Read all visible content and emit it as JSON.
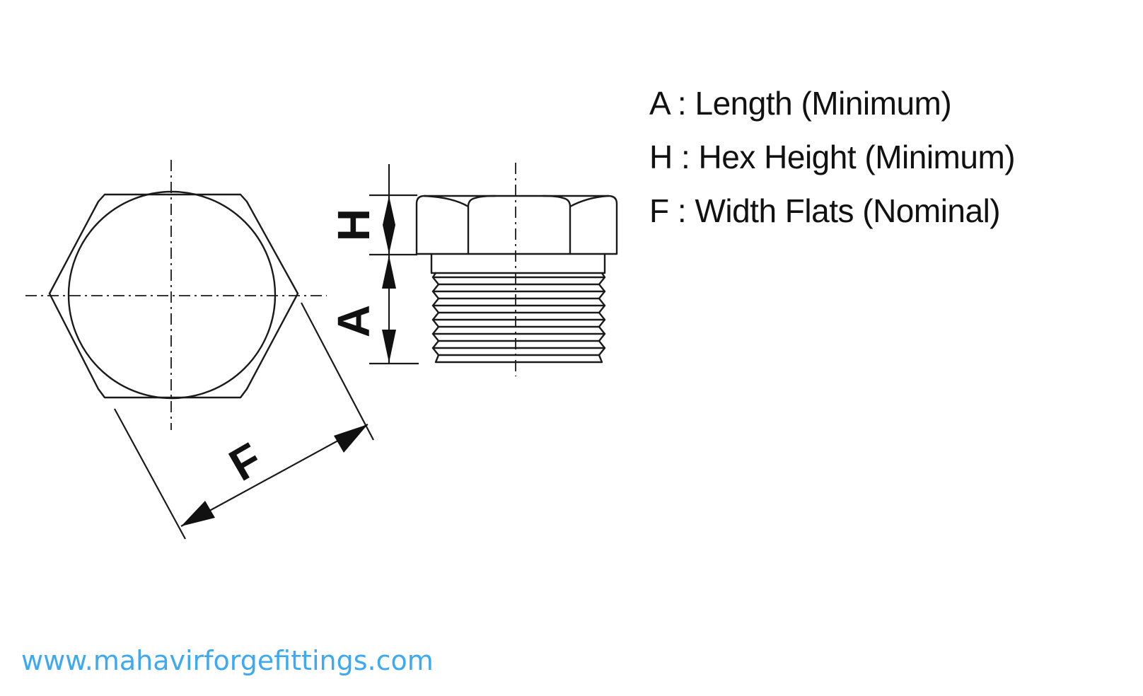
{
  "diagram": {
    "labels": {
      "a": "A",
      "h": "H",
      "f": "F"
    }
  },
  "legend": {
    "lines": [
      "A : Length (Minimum)",
      "H : Hex Height (Minimum)",
      "F : Width Flats (Nominal)"
    ]
  },
  "footer": {
    "website": "www.mahavirforgefittings.com"
  },
  "colors": {
    "line": "#1a1a1a",
    "website": "#3da9f0"
  }
}
